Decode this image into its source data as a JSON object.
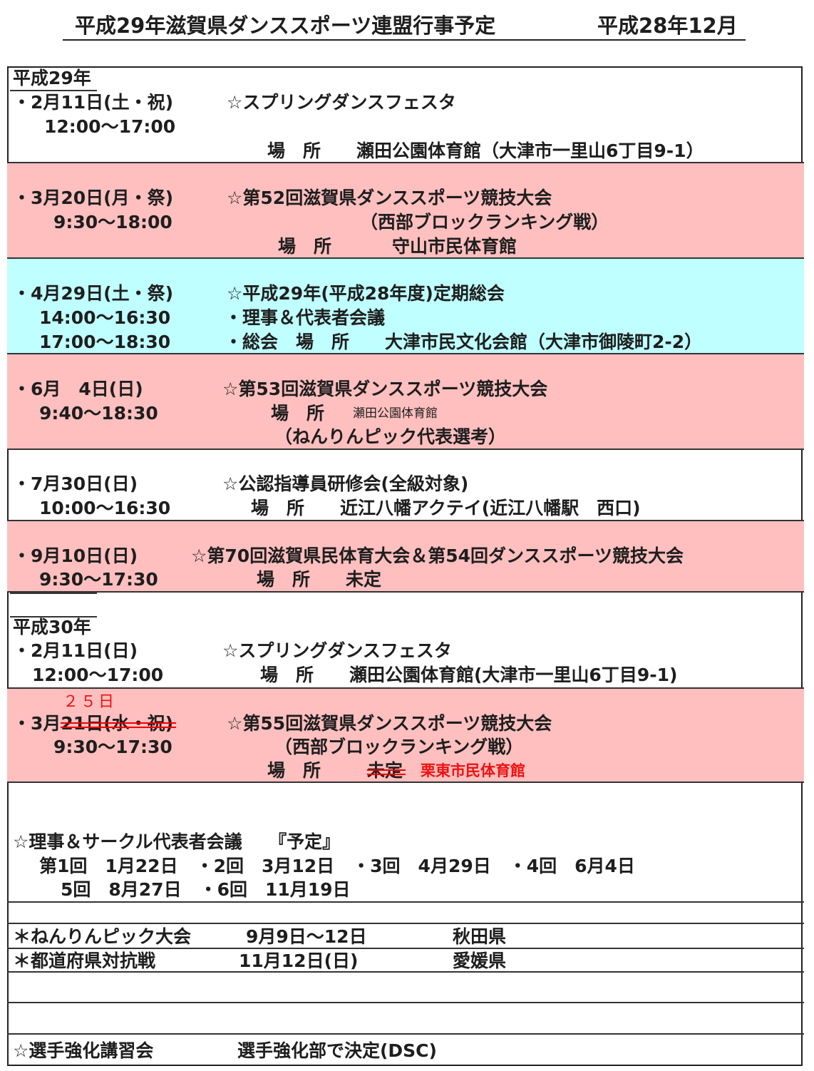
{
  "header": {
    "title": "平成29年滋賀県ダンススポーツ連盟行事予定",
    "date": "平成28年12月"
  },
  "year1": "平成29年",
  "events": [
    {
      "date": "・2月11日(土・祝)",
      "time": "12:00〜17:00",
      "title": "☆スプリングダンスフェスタ",
      "venue": "場　所　　瀬田公園体育館（大津市一里山6丁目9-1）"
    },
    {
      "date": "・3月20日(月・祭)",
      "time": "9:30〜18:00",
      "title": "☆第52回滋賀県ダンススポーツ競技大会",
      "sub": "（西部ブロックランキング戦）",
      "venue_label": "場　所",
      "venue": "守山市民体育館"
    },
    {
      "date": "・4月29日(土・祭)",
      "time": "14:00〜16:30",
      "time2": "17:00〜18:30",
      "title": "☆平成29年(平成28年度)定期総会",
      "sub": "・理事＆代表者会議",
      "venue": "・総会　場　所　　大津市民文化会館（大津市御陵町2-2）"
    },
    {
      "date": "・6月　4日(日)",
      "time": "9:40〜18:30",
      "title": "☆第53回滋賀県ダンススポーツ競技大会",
      "venue_label": "場　所",
      "venue": "瀬田公園体育館",
      "sub": "（ねんりんピック代表選考）"
    },
    {
      "date": "・7月30日(日)",
      "time": "10:00〜16:30",
      "title": "☆公認指導員研修会(全級対象)",
      "venue": "場　所　　近江八幡アクテイ(近江八幡駅　西口)"
    },
    {
      "date": "・9月10日(日)",
      "time": "9:30〜17:30",
      "title": "☆第70回滋賀県民体育大会＆第54回ダンススポーツ競技大会",
      "venue": "場　所　　未定"
    }
  ],
  "year2": "平成30年",
  "events2": [
    {
      "date": "・2月11日(日)",
      "time": "12:00〜17:00",
      "title": "☆スプリングダンスフェスタ",
      "venue": "場　所　　瀬田公園体育館(大津市一里山6丁目9-1)"
    },
    {
      "date_prefix": "・3月",
      "date_struck": "21日(水・祝)",
      "date_correction": "２５日",
      "time": "9:30〜17:30",
      "title": "☆第55回滋賀県ダンススポーツ競技大会",
      "sub": "（西部ブロックランキング戦）",
      "venue_label": "場　所",
      "venue_struck": "未定",
      "venue_correction": "栗東市民体育館"
    }
  ],
  "meetings": {
    "title": "☆理事＆サークル代表者会議　　『予定』",
    "line1": "第1回　1月22日　・2回　3月12日　・3回　4月29日　・4回　6月4日",
    "line2": "5回　8月27日　・6回　11月19日"
  },
  "national": [
    {
      "name": "＊ねんりんピック大会",
      "date": "9月9日〜12日",
      "place": "秋田県"
    },
    {
      "name": "＊都道府県対抗戦",
      "date": "11月12日(日)",
      "place": "愛媛県"
    }
  ],
  "training": {
    "name": "☆選手強化講習会",
    "note": "選手強化部で決定(DSC)"
  },
  "colors": {
    "pink": "#ffbfbf",
    "cyan": "#bfffff",
    "correction_red": "#ee1111"
  }
}
